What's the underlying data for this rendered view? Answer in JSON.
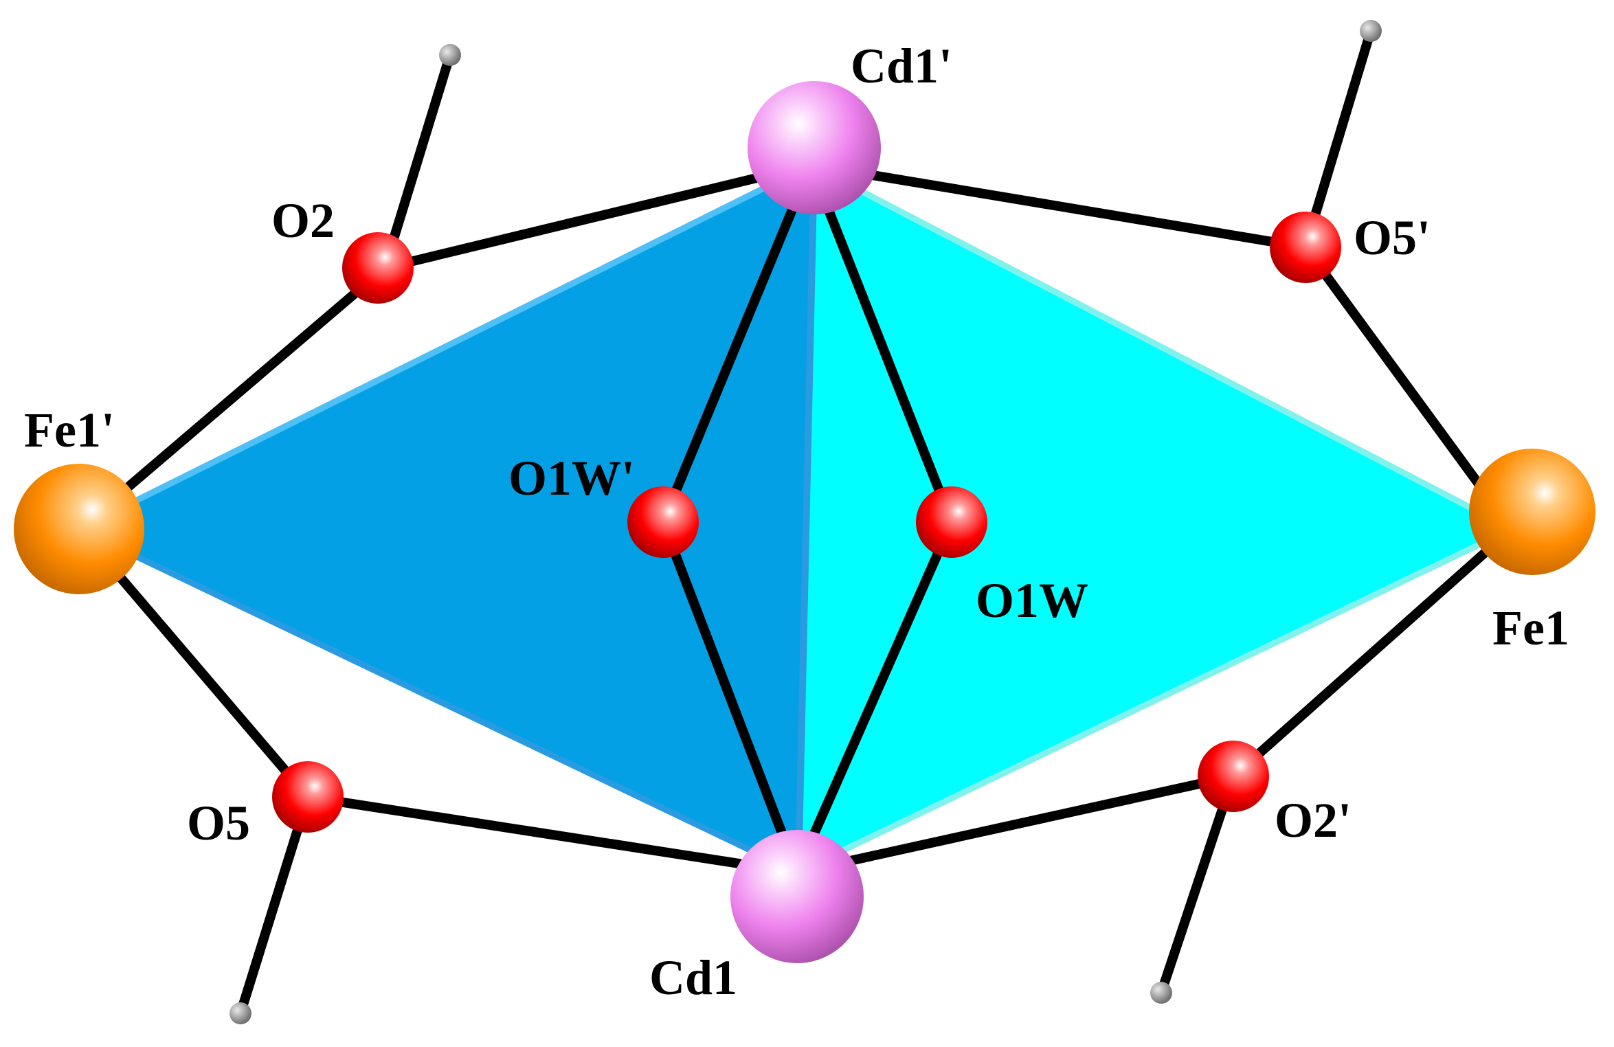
{
  "atoms": {
    "cd1_prime": {
      "label": "Cd1'",
      "element": "Cd",
      "color": "#ee82ee"
    },
    "cd1": {
      "label": "Cd1",
      "element": "Cd",
      "color": "#ee82ee"
    },
    "fe1_prime": {
      "label": "Fe1'",
      "element": "Fe",
      "color": "#ff8c00"
    },
    "fe1": {
      "label": "Fe1",
      "element": "Fe",
      "color": "#ff8c00"
    },
    "o2": {
      "label": "O2",
      "element": "O",
      "color": "#ff0000"
    },
    "o5_prime": {
      "label": "O5'",
      "element": "O",
      "color": "#ff0000"
    },
    "o1w_prime": {
      "label": "O1W'",
      "element": "O",
      "color": "#ff0000"
    },
    "o1w": {
      "label": "O1W",
      "element": "O",
      "color": "#ff0000"
    },
    "o5": {
      "label": "O5",
      "element": "O",
      "color": "#ff0000"
    },
    "o2_prime": {
      "label": "O2'",
      "element": "O",
      "color": "#ff0000"
    }
  },
  "colors": {
    "bond": "#000000",
    "polyhedron_left": "#04a0e6",
    "polyhedron_left_edge": "#4ec0f5",
    "polyhedron_right": "#00ffff",
    "polyhedron_right_edge": "#7ff2ee",
    "hydrogen_stub": "#7a7a7a"
  }
}
